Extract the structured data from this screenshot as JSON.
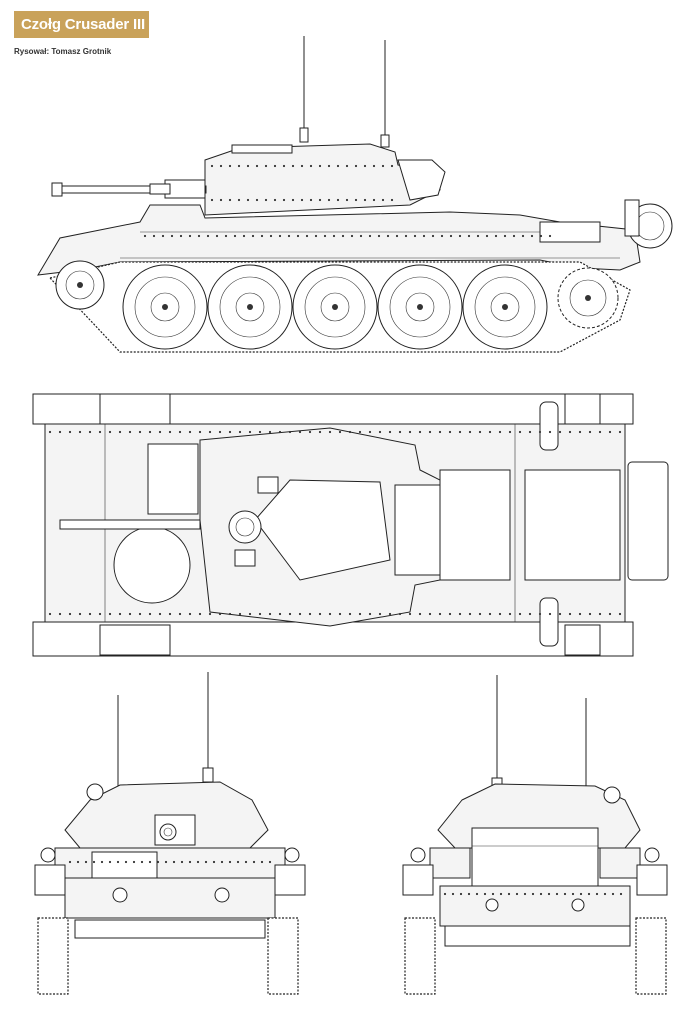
{
  "header": {
    "title": "Czołg Crusader III",
    "credit": "Rysował: Tomasz Grotnik"
  },
  "colors": {
    "banner": "#c9a25a",
    "line": "#222222",
    "paper": "#ffffff"
  },
  "views": [
    "side-view",
    "top-view",
    "front-view",
    "rear-view"
  ]
}
